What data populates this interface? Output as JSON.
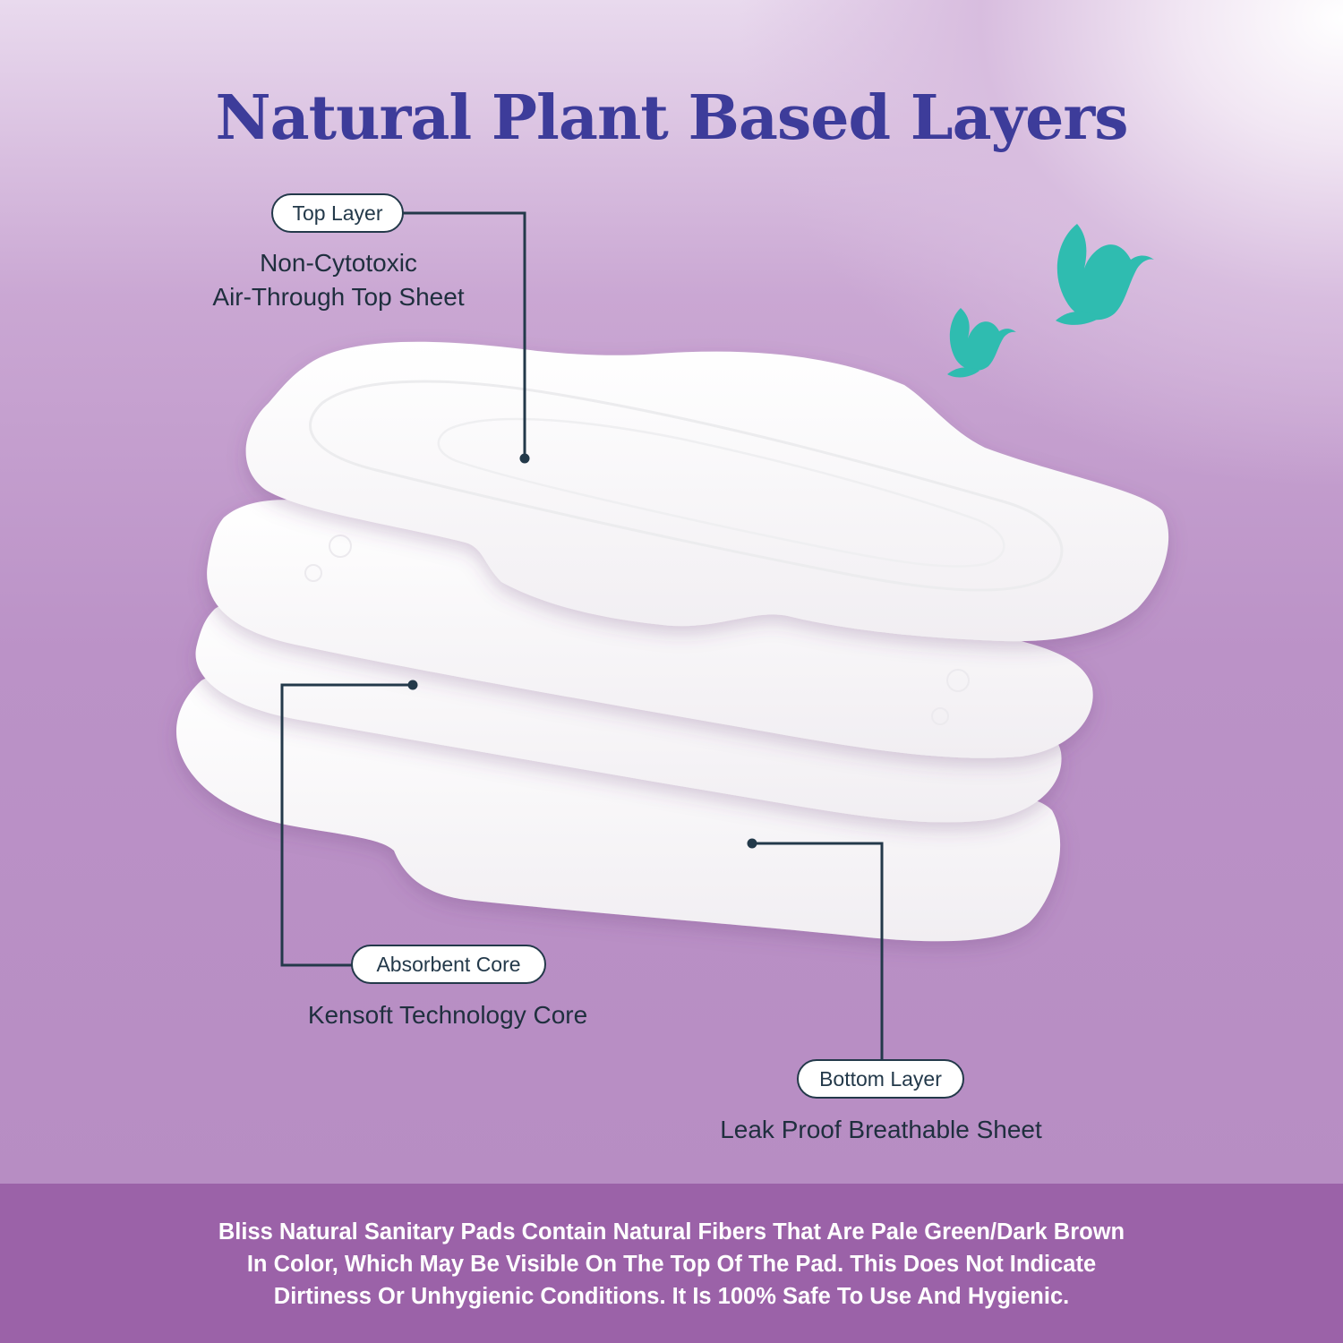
{
  "title": "Natural Plant Based Layers",
  "layers": {
    "top": {
      "label": "Top Layer",
      "desc_line1": "Non-Cytotoxic",
      "desc_line2": "Air-Through Top Sheet"
    },
    "core": {
      "label": "Absorbent Core",
      "desc": "Kensoft Technology Core"
    },
    "bottom": {
      "label": "Bottom Layer",
      "desc": "Leak Proof Breathable Sheet"
    }
  },
  "disclaimer": {
    "line1": "Bliss Natural Sanitary Pads Contain Natural Fibers That Are Pale Green/Dark Brown",
    "line2": "In Color, Which May Be Visible On The Top Of The Pad. This Does Not Indicate",
    "line3": "Dirtiness Or Unhygienic Conditions. It Is 100% Safe To Use And Hygienic."
  },
  "colors": {
    "title": "#3d3c9a",
    "leader_line": "#23394a",
    "bird": "#2fbcb0",
    "footer_bg": "#9b62a8",
    "pad": "#ffffff"
  },
  "icons": [
    "bird-icon",
    "bird-icon"
  ]
}
